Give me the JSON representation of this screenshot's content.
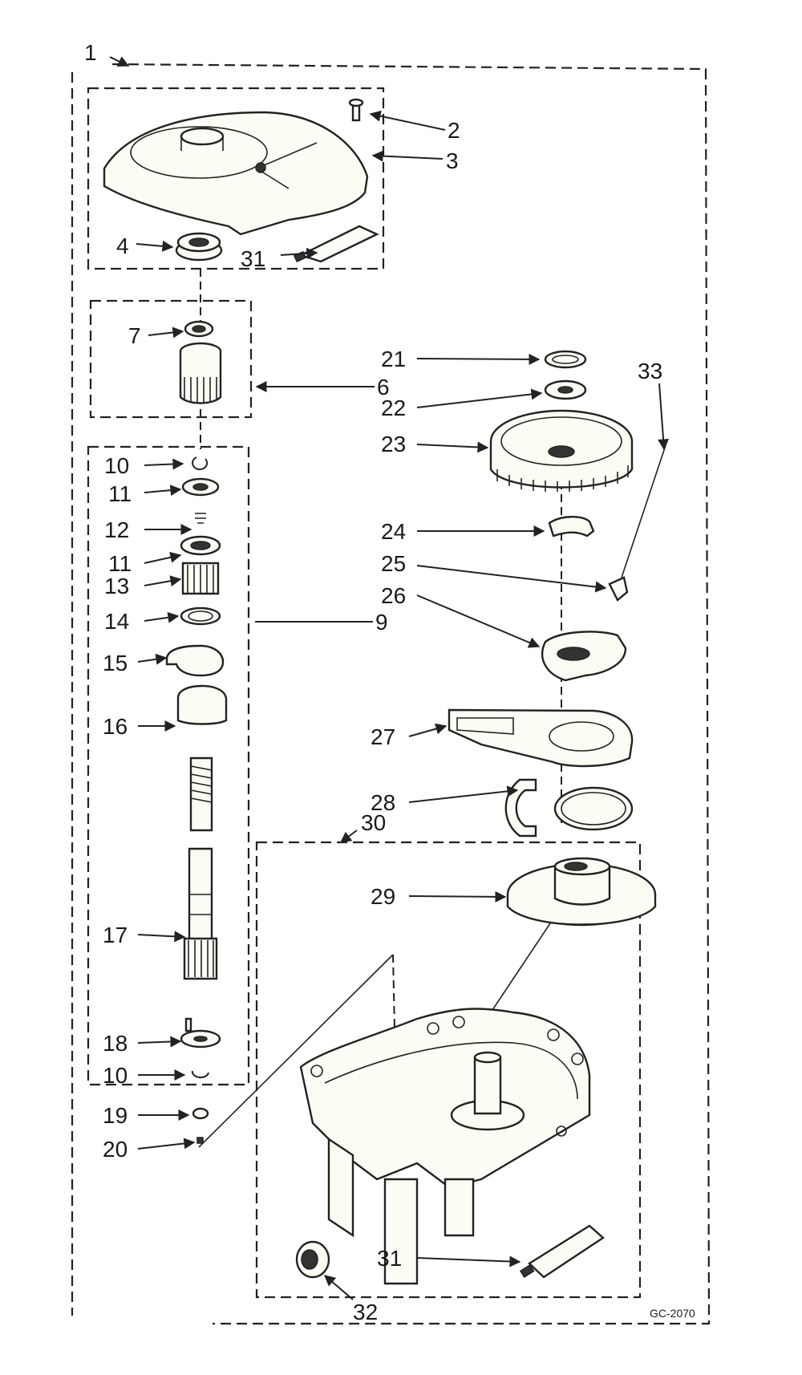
{
  "diagram": {
    "drawing_code": "GC-2070",
    "callouts": {
      "c1": "1",
      "c2": "2",
      "c3": "3",
      "c4": "4",
      "c31a": "31",
      "c7": "7",
      "c6": "6",
      "c10a": "10",
      "c11a": "11",
      "c12": "12",
      "c11b": "11",
      "c13": "13",
      "c14": "14",
      "c9": "9",
      "c15": "15",
      "c16": "16",
      "c17": "17",
      "c18": "18",
      "c10b": "10",
      "c19": "19",
      "c20": "20",
      "c21": "21",
      "c33": "33",
      "c22": "22",
      "c23": "23",
      "c24": "24",
      "c25": "25",
      "c26": "26",
      "c27": "27",
      "c28": "28",
      "c30": "30",
      "c29": "29",
      "c31b": "31",
      "c32": "32"
    }
  }
}
